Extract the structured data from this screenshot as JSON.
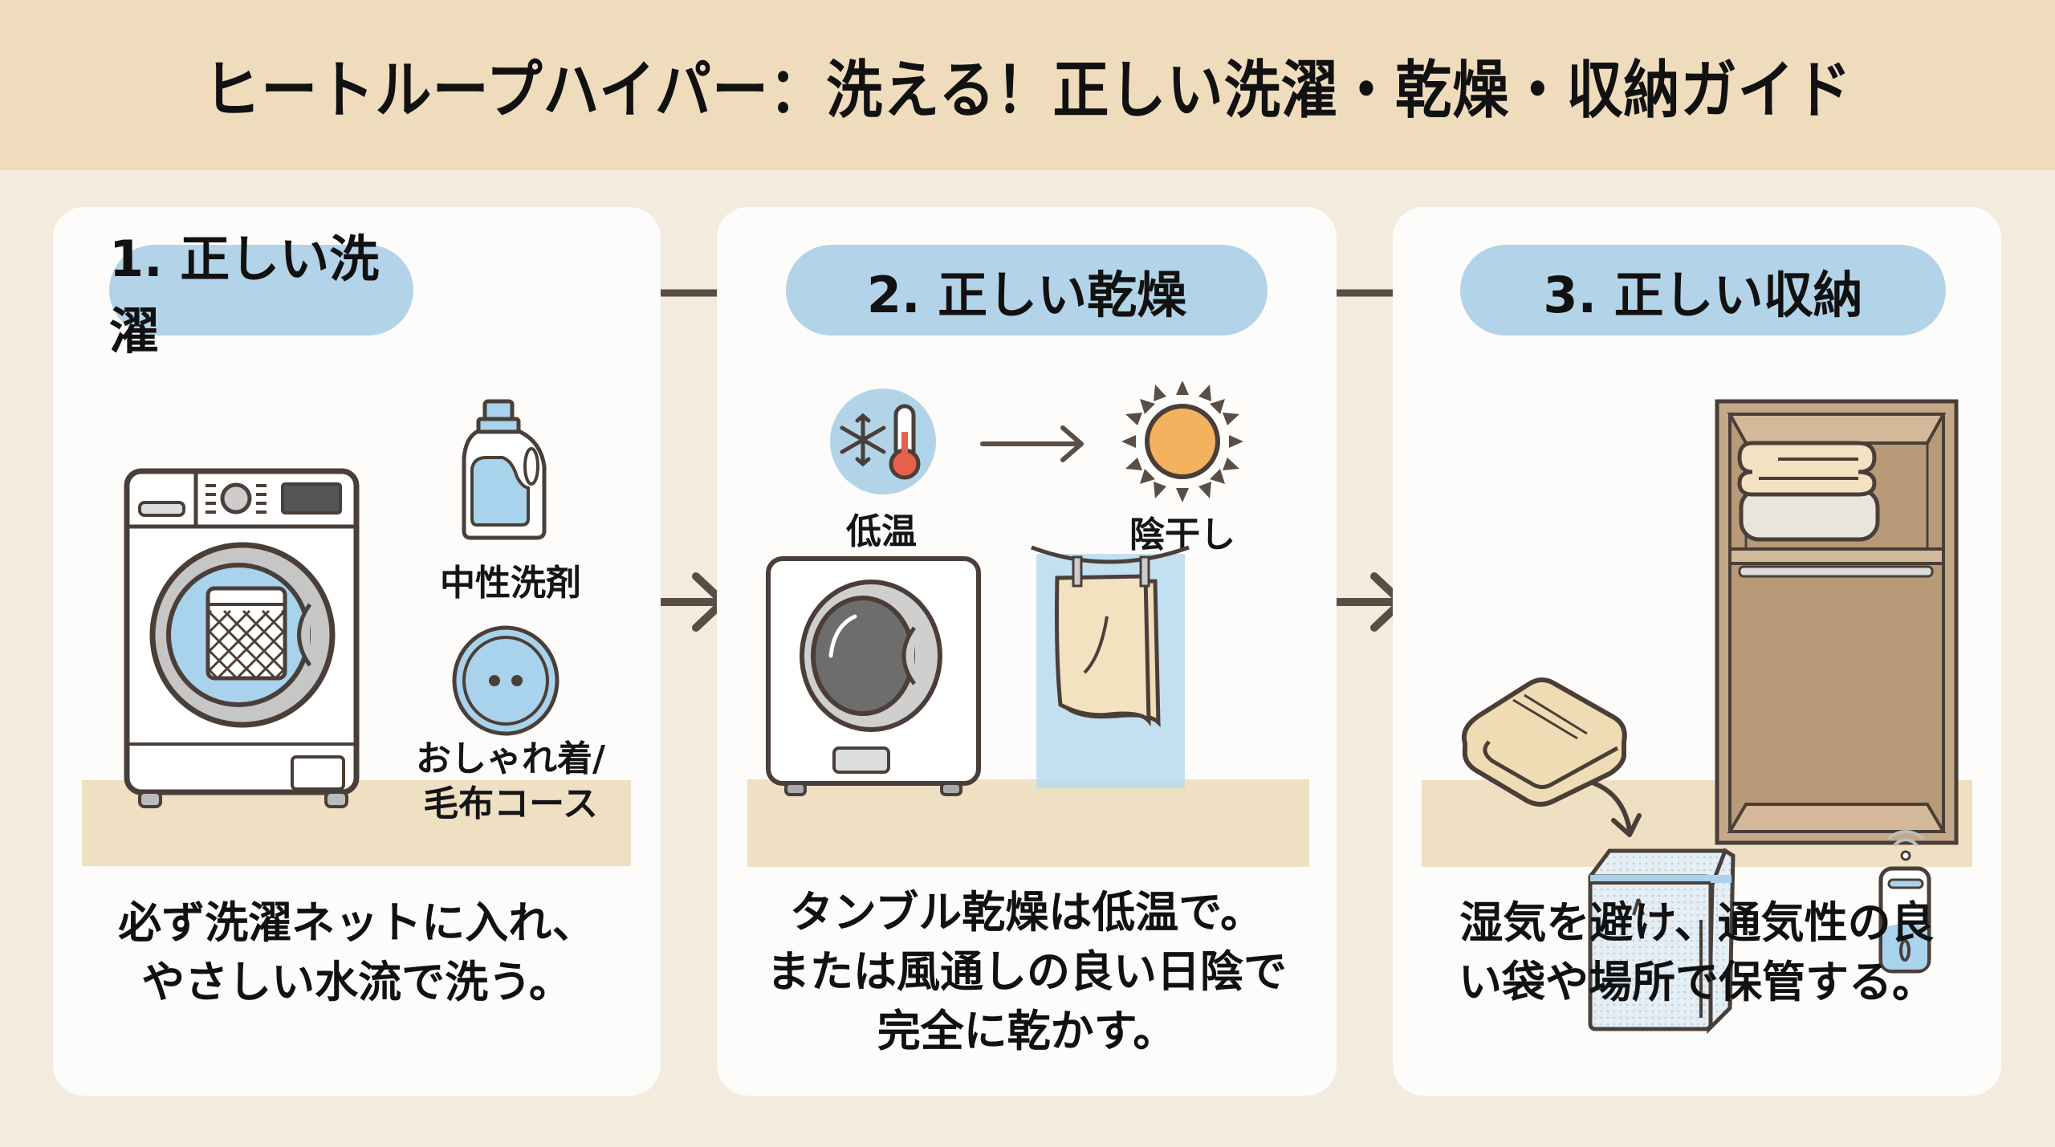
{
  "title": "ヒートループハイパー：洗える！正しい洗濯・乾燥・収納ガイド",
  "colors": {
    "header_bg": "#eedcbd",
    "page_bg": "#f3ebdd",
    "panel_bg": "#fdfcfa",
    "pill": "#b3d4e8",
    "outline": "#4a3f38",
    "floor": "#efe0c4",
    "sun": "#f4b25f",
    "thermometer": "#e8604a",
    "wood": "#c5a887"
  },
  "steps": [
    {
      "heading": "1. 正しい洗濯",
      "icons": [
        "washing-machine-icon",
        "detergent-bottle-icon",
        "course-dial-icon"
      ],
      "labels": [
        "中性洗剤",
        "おしゃれ着/\n毛布コース"
      ],
      "description": "必ず洗濯ネットに入れ、\nやさしい水流で洗う。"
    },
    {
      "heading": "2. 正しい乾燥",
      "icons": [
        "low-temp-icon",
        "sun-icon",
        "tumble-dryer-icon",
        "hanging-towel-icon"
      ],
      "labels": [
        "低温",
        "陰干し"
      ],
      "description": "タンブル乾燥は低温で。\nまたは風通しの良い日陰で\n完全に乾かす。"
    },
    {
      "heading": "3. 正しい収納",
      "icons": [
        "folded-blanket-icon",
        "wardrobe-icon",
        "storage-bag-icon",
        "dehumidifier-icon"
      ],
      "labels": [],
      "description": "湿気を避け、通気性の良\nい袋や場所で保管する。"
    }
  ]
}
